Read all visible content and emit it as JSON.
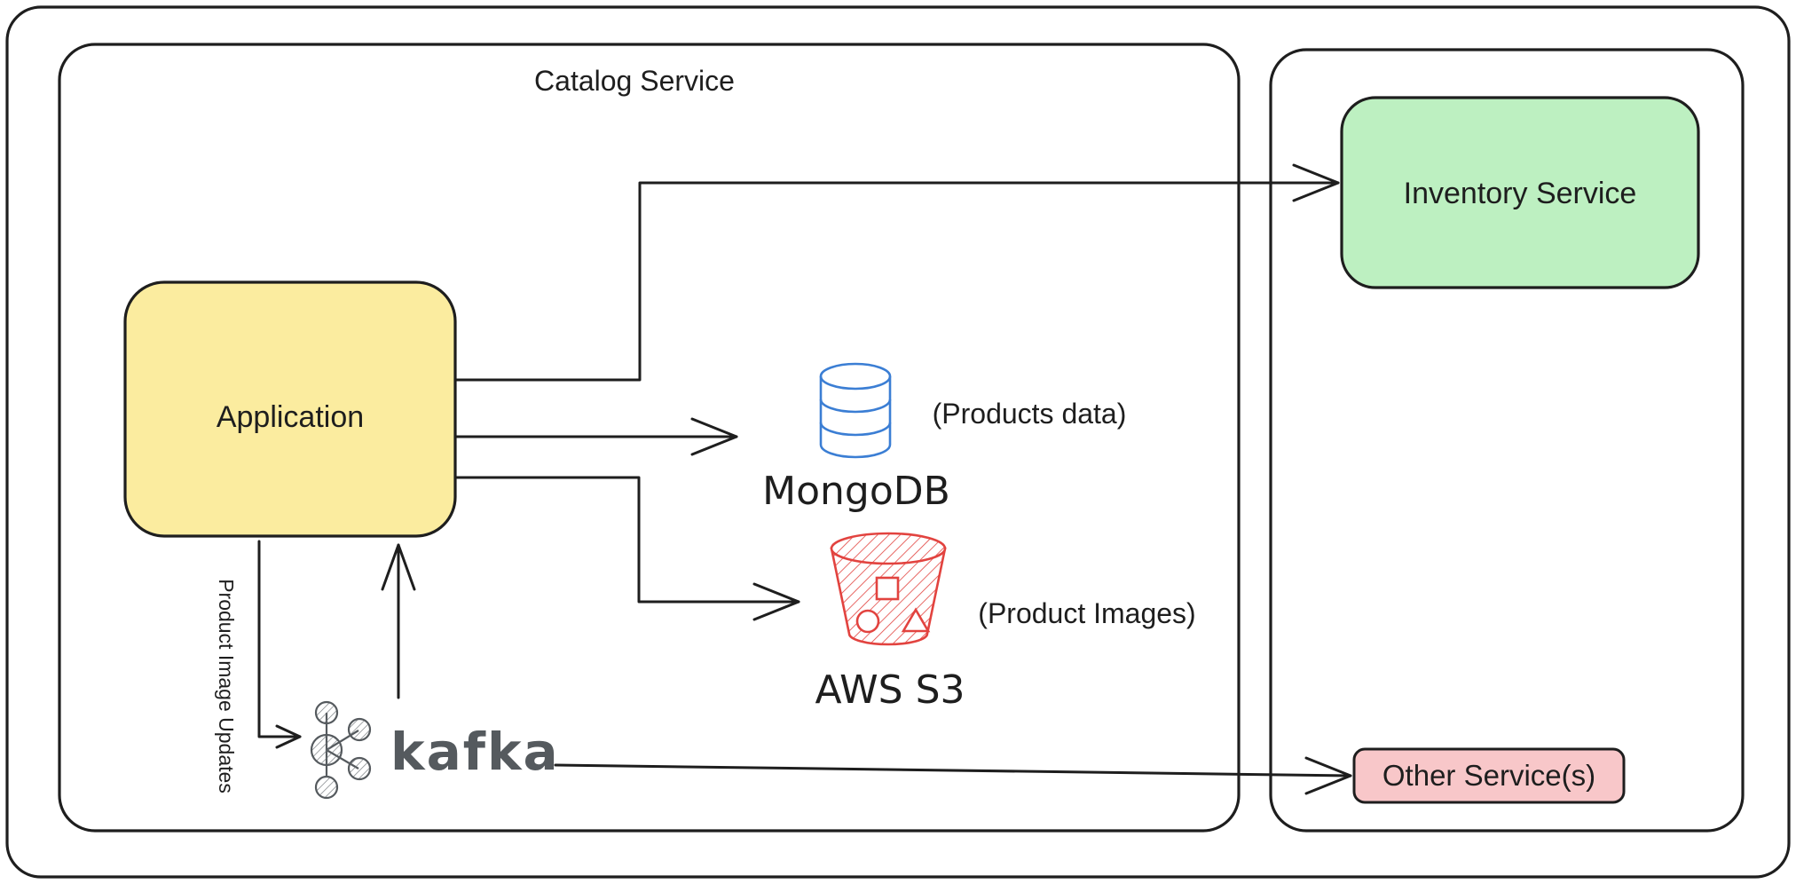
{
  "containers": {
    "catalog_service": {
      "title": "Catalog Service"
    }
  },
  "nodes": {
    "application": {
      "label": "Application",
      "fill": "#fbec9f"
    },
    "inventory_service": {
      "label": "Inventory Service",
      "fill": "#bdf0c1"
    },
    "other_services": {
      "label": "Other Service(s)",
      "fill": "#f8c7c9"
    },
    "mongodb": {
      "label": "MongoDB",
      "note": "(Products data)",
      "icon": "database-icon",
      "color": "#3b7ed4"
    },
    "aws_s3": {
      "label": "AWS S3",
      "note": "(Product Images)",
      "icon": "bucket-icon",
      "color": "#e2433f"
    },
    "kafka": {
      "label": "kafka",
      "icon": "kafka-icon",
      "color": "#555a5e"
    }
  },
  "edges": {
    "application_to_kafka": {
      "label": "Product Image Updates"
    }
  },
  "colors": {
    "stroke": "#1e1e1e"
  }
}
